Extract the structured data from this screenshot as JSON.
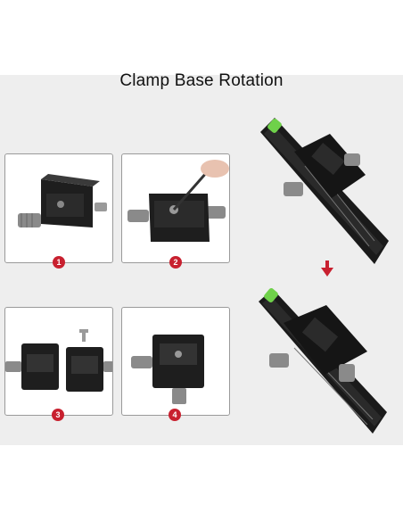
{
  "title": "Clamp Base Rotation",
  "steps": [
    {
      "label": "1"
    },
    {
      "label": "2"
    },
    {
      "label": "3"
    },
    {
      "label": "4"
    }
  ],
  "colors": {
    "badge": "#c8202f",
    "arrow": "#c8202f",
    "bubble_level": "#6fd14a",
    "metal_dark": "#222222",
    "knob_gray": "#8a8a8a"
  }
}
